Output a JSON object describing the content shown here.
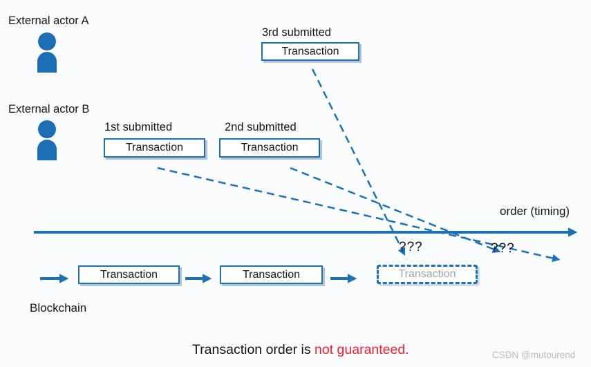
{
  "colors": {
    "primary_blue": "#1C70B8",
    "emphasis_red": "#FC1C2C",
    "pending_gray": "#a3a3a3",
    "watermark_gray": "#b6bac1"
  },
  "actors": [
    {
      "label": "External actor A",
      "icon": "person-icon"
    },
    {
      "label": "External actor B",
      "icon": "person-icon"
    }
  ],
  "submitted": [
    {
      "order_label": "1st submitted",
      "box_label": "Transaction"
    },
    {
      "order_label": "2nd submitted",
      "box_label": "Transaction"
    },
    {
      "order_label": "3rd submitted",
      "box_label": "Transaction"
    }
  ],
  "timeline": {
    "label": "order (timing)"
  },
  "uncertainty": {
    "q1": "???",
    "q2": "???"
  },
  "blockchain": {
    "label": "Blockchain",
    "confirmed_blocks": [
      "Transaction",
      "Transaction"
    ],
    "pending_block": "Transaction"
  },
  "caption": {
    "normal": "Transaction order is ",
    "emphasis": "not guaranteed."
  },
  "watermark": "CSDN @mutourend"
}
